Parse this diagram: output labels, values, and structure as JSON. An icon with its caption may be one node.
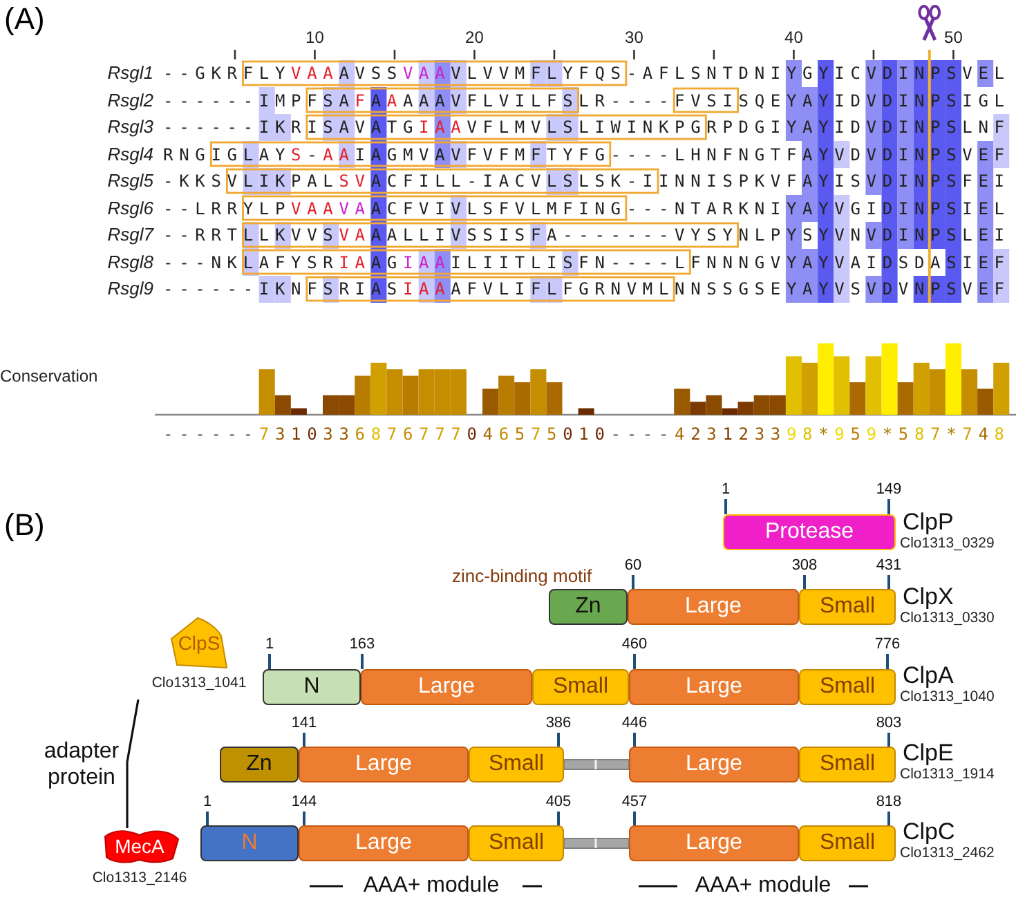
{
  "diagram": {
    "nodes": [
      {
        "text": [
          "Protease"
        ]
      },
      {
        "text": [
          "Zn"
        ]
      },
      {
        "text": [
          "Large"
        ]
      },
      {
        "text": [
          "Small"
        ]
      },
      {
        "text": [
          "N"
        ]
      },
      {
        "text": [
          "Large"
        ]
      },
      {
        "text": [
          "Small"
        ]
      },
      {
        "text": [
          "Large"
        ]
      },
      {
        "text": [
          "Small"
        ]
      },
      {
        "text": [
          "Zn"
        ]
      },
      {
        "text": [
          "Large"
        ]
      },
      {
        "text": [
          "Small"
        ]
      },
      {
        "text": [
          "Large"
        ]
      },
      {
        "text": [
          "Small"
        ]
      },
      {
        "text": [
          "N"
        ]
      },
      {
        "text": [
          "Large"
        ]
      },
      {
        "text": [
          "Small"
        ]
      },
      {
        "text": [
          "Large"
        ]
      },
      {
        "text": [
          "Small"
        ]
      },
      {
        "text": [
          "ClpS"
        ],
        "beside": [
          "Clo1313_1041"
        ]
      },
      {
        "text": [
          "adapter protein"
        ]
      },
      {
        "text": [
          "MecA"
        ],
        "beside": [
          "Clo1313_2146"
        ]
      }
    ],
    "edges": [
      {
        "from": 20,
        "to": 19,
        "arrow": "none"
      },
      {
        "from": 20,
        "to": 21,
        "arrow": "none"
      }
    ],
    "labels": [
      "(A)",
      "10",
      "20",
      "30",
      "40",
      "50",
      "Rsgl1",
      "--GKRFLYVAAAVSSVAAVLVVMFLYFQS-AFLSNTDNIYGYICVDINPSVEL",
      "Rsgl2",
      "------IMPFSAFAAAAAVFLVILFSLR----FVSISQEYAYIDVDINPSIGL",
      "Rsgl3",
      "------IKRISAVATGIAAVFLMVLSLIWINKPGRPDGIYAYIDVDINPSLNF",
      "Rsgl4",
      "RNGIGLAYS-AAIAGMVAVFVFMFTYFG----LHNFNGTFAYVDVDINPSVEF",
      "Rsgl5",
      "-KKSVLIKPALSVACFILL-IACVLSLSK-IINNISPKVFAYISVDINPSFEI",
      "Rsgl6",
      "--LRRYLPVAAVAACFVIVLSFVLMFING---NTARKNIYAYVGIDINPSIEL",
      "Rsgl7",
      "--RRTLLKVVSVAAALLIVSSISFA-------VYSYNLPYSYVNVDINPSLEI",
      "Rsgl8",
      "---NKLAFYSRIAAGIAAILIITLISFN----LFNNNGVYAYVAIDSDASIEF",
      "Rsgl9",
      "------IKNFSRIASIAAAFVLIFLFGRNVMLNNSSGSEYAYVSVDVNPSVEF",
      "Conservation",
      "------7310336876777046575010----423123398*959*587*748",
      "(B)",
      "1",
      "149",
      "ClpP",
      "Clo1313_0329",
      "zinc-binding motif",
      "60",
      "308",
      "431",
      "ClpX",
      "Clo1313_0330",
      "1",
      "163",
      "460",
      "776",
      "ClpA",
      "Clo1313_1040",
      "141",
      "386",
      "446",
      "803",
      "ClpE",
      "Clo1313_1914",
      "1",
      "144",
      "405",
      "457",
      "818",
      "ClpC",
      "Clo1313_2462",
      "AAA+ module",
      "AAA+ module"
    ]
  }
}
